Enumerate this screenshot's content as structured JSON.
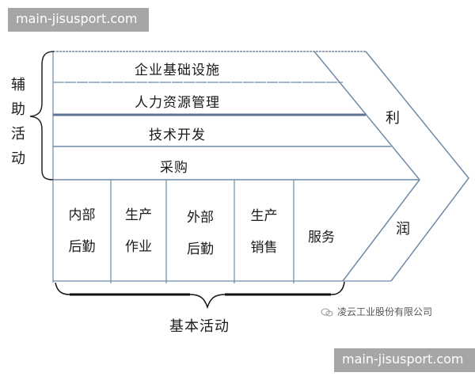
{
  "watermark": {
    "top": "main-jisusport.com",
    "bottom": "main-jisusport.com"
  },
  "support_activities": {
    "group_label": "辅助活动",
    "group_label_chars": [
      "辅",
      "助",
      "活",
      "动"
    ],
    "rows": [
      {
        "label": "企业基础设施"
      },
      {
        "label": "人力资源管理"
      },
      {
        "label": "技术开发"
      },
      {
        "label": "采购"
      }
    ]
  },
  "primary_activities": {
    "group_label": "基本活动",
    "columns": [
      {
        "line1": "内部",
        "line2": "后勤"
      },
      {
        "line1": "生产",
        "line2": "作业"
      },
      {
        "line1": "外部",
        "line2": "后勤"
      },
      {
        "line1": "生产",
        "line2": "销售"
      },
      {
        "line1": "服务",
        "line2": ""
      }
    ]
  },
  "margin": {
    "top_char": "利",
    "bottom_char": "润"
  },
  "credit": {
    "text": "凌云工业股份有限公司",
    "icon": "wechat-icon"
  },
  "colors": {
    "line": "#6f8aa8",
    "thick_line": "#5a7394",
    "watermark_bg": "#a6a6a6",
    "brace": "#222222"
  }
}
